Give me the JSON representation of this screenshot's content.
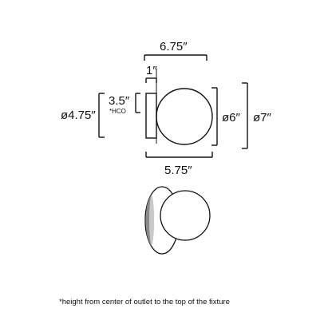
{
  "dimensions": {
    "overall_width": "6.75″",
    "backplate_depth": "1″",
    "hco_value": "3.5″",
    "hco_label": "*HCO",
    "backplate_diameter": "ø4.75″",
    "globe_diameter": "ø6″",
    "overall_height": "ø7″",
    "globe_width": "5.75″"
  },
  "footnote": "*height from center of outlet to the top of the fixture"
}
